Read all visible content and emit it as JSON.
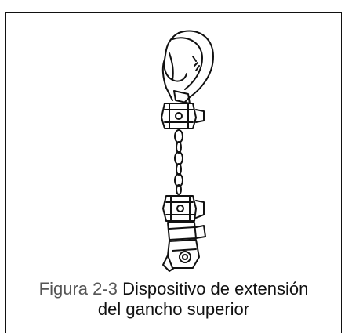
{
  "figure": {
    "label": "Figura 2-3",
    "caption_line1_rest": "Dispositivo de extensión",
    "caption_line2": "del gancho superior"
  }
}
